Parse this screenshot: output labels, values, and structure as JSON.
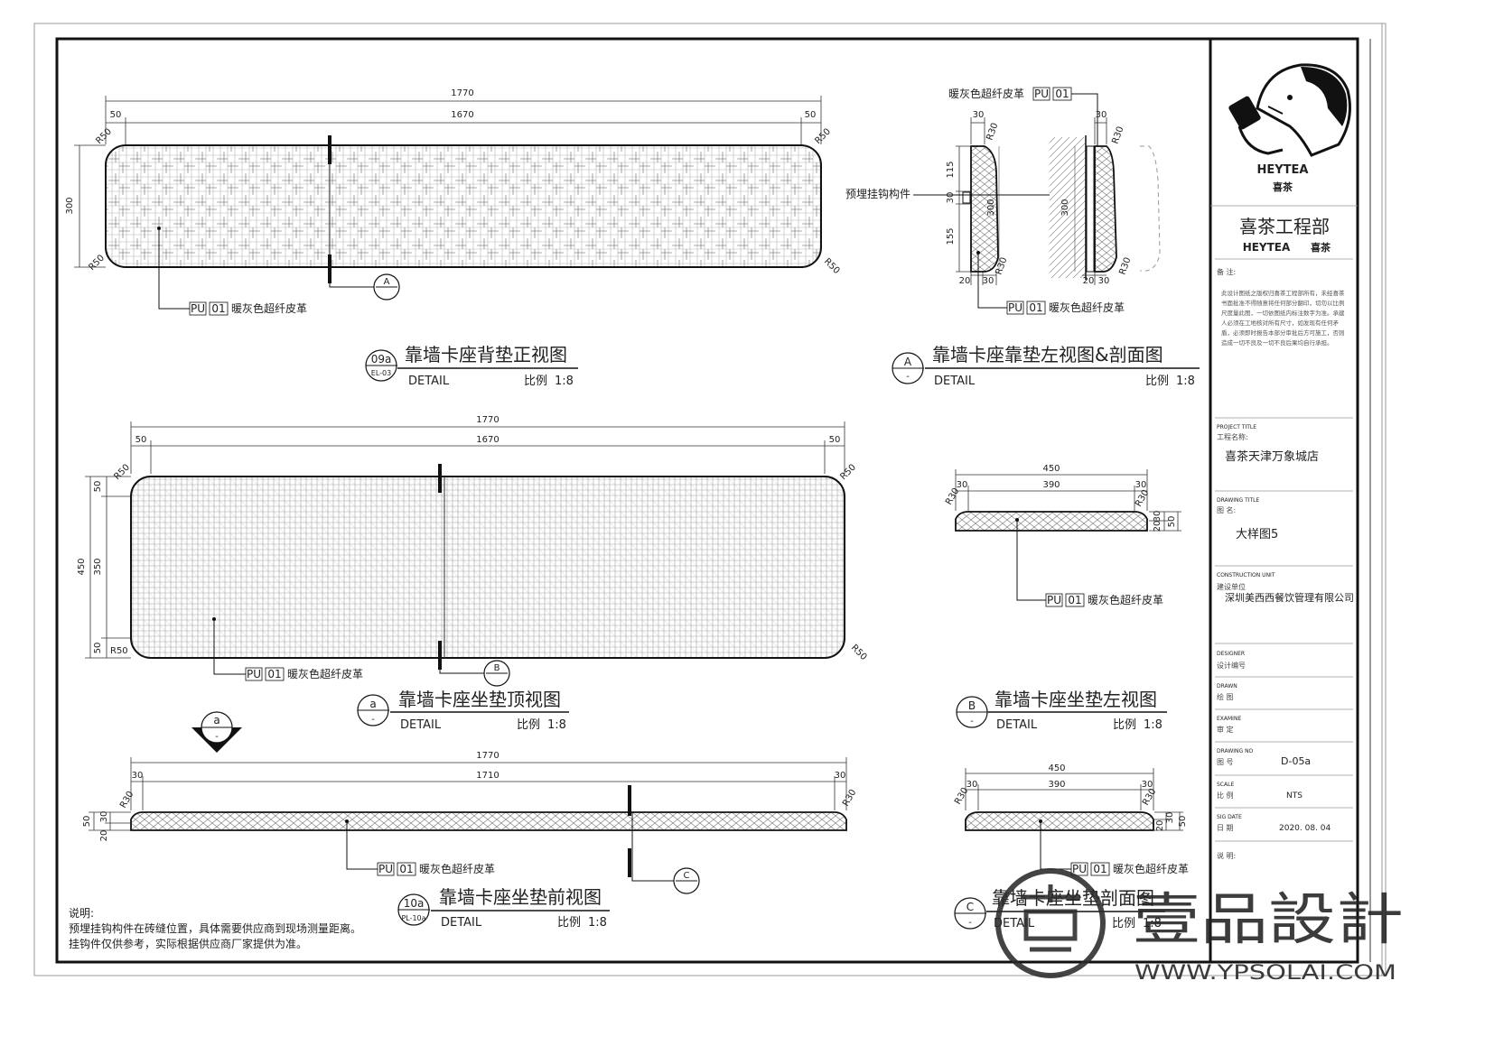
{
  "colors": {
    "line": "#222222",
    "leather_hatch": "#9a9a9a",
    "watermark": "#2b2b2b"
  },
  "common": {
    "material_code": "PU",
    "material_no": "01",
    "material_name": "暖灰色超纤皮革",
    "detail_word": "DETAIL",
    "scale_label": "比例",
    "scale_value": "1:8"
  },
  "views": {
    "back_front": {
      "title": "靠墙卡座背垫正视图",
      "tag_top": "09a",
      "tag_bottom": "EL-03",
      "dims": {
        "overall": "1770",
        "inner": "1670",
        "left": "50",
        "right": "50",
        "height": "300",
        "r_tl": "R50",
        "r_tr": "R50",
        "r_bl": "R50",
        "r_br": "R50"
      },
      "section_mark": "A"
    },
    "back_side": {
      "title": "靠墙卡座靠垫左视图&剖面图",
      "tag_top": "A",
      "tag_bottom": "-",
      "hook_label": "预埋挂钩构件",
      "dims": {
        "a_top": "30",
        "a_r": "R30",
        "a_115": "115",
        "a_30": "30",
        "a_155": "155",
        "a_300": "300",
        "a_bot1": "20",
        "a_bot2": "30",
        "a_br": "R30",
        "b_top": "30",
        "b_r": "R30",
        "b_300": "300",
        "b_bot1": "20",
        "b_bot2": "30",
        "b_br": "R30"
      }
    },
    "seat_top": {
      "title": "靠墙卡座坐垫顶视图",
      "tag_top": "a",
      "tag_bottom": "-",
      "dims": {
        "overall": "1770",
        "inner": "1670",
        "left": "50",
        "right": "50",
        "h_total": "450",
        "h_inner": "350",
        "h_top": "50",
        "h_bot": "50",
        "r_tl": "R50",
        "r_tr": "R50",
        "r_bl": "R50",
        "r_br": "R50"
      },
      "section_mark": "B"
    },
    "seat_left": {
      "title": "靠墙卡座坐垫左视图",
      "tag_top": "B",
      "tag_bottom": "-",
      "dims": {
        "overall": "450",
        "inner": "390",
        "left": "30",
        "right": "30",
        "r_l": "R30",
        "r_r": "R30",
        "h1": "20",
        "h2": "30",
        "h_total": "50"
      }
    },
    "seat_front": {
      "title": "靠墙卡座坐垫前视图",
      "tag_top": "10a",
      "tag_bottom": "PL-10a",
      "elev_mark_top": "a",
      "elev_mark_bottom": "-",
      "dims": {
        "overall": "1770",
        "inner": "1710",
        "left": "30",
        "right": "30",
        "r_l": "R30",
        "r_r": "R30",
        "h_total": "50",
        "h1": "30",
        "h2": "20"
      },
      "section_mark": "C"
    },
    "seat_section": {
      "title": "靠墙卡座坐垫剖面图",
      "tag_top": "C",
      "tag_bottom": "-",
      "dims": {
        "overall": "450",
        "inner": "390",
        "left": "30",
        "right": "30",
        "r_l": "R30",
        "r_r": "R30",
        "h1": "20",
        "h2": "30",
        "h_total": "50"
      }
    }
  },
  "notes": {
    "heading": "说明:",
    "line1": "预埋挂钩构件在砖缝位置，具体需要供应商到现场测量距离。",
    "line2": "挂钩件仅供参考，实际根据供应商厂家提供为准。"
  },
  "title_block": {
    "brand": "HEYTEA",
    "brand_cn": "喜茶",
    "dept": "喜茶工程部",
    "remarks_label": "备 注:",
    "remarks_text": "此设计图纸之版权归喜茶工程部所有，未经喜茶书面批准不得随意将任何部分翻印，切勿以比例尺度量此图，一切依图纸内标注数字为准。承建人必须在工地核对所有尺寸，如发现有任何矛盾，必须即时报告本部分审批后方可施工，否则造成一切不良及一切不良后果均自行承担。",
    "project_en": "PROJECT TITLE",
    "project_cn": "工程名称:",
    "project_value": "喜茶天津万象城店",
    "drawing_en": "DRAWING TITLE",
    "drawing_cn": "图    名:",
    "drawing_value": "大样图5",
    "construction_en": "CONSTRUCTION UNIT",
    "construction_cn": "建设单位",
    "construction_value": "深圳美西西餐饮管理有限公司",
    "designer_en": "DESIGNER",
    "designer_cn": "设计编号",
    "drawn_en": "DRAWN",
    "drawn_cn": "绘 图",
    "examine_en": "EXAMINE",
    "examine_cn": "审 定",
    "drawing_no_en": "DRAWING NO",
    "drawing_no_cn": "图 号",
    "drawing_no_value": "D-05a",
    "scale_en": "SCALE",
    "scale_cn": "比 例",
    "scale_value": "NTS",
    "date_en": "SIG DATE",
    "date_cn": "日 期",
    "date_value": "2020. 08. 04",
    "desc_cn": "说 明:"
  },
  "watermark": {
    "brand": "壹品設計",
    "url": "WWW.YPSOLAI.COM"
  }
}
